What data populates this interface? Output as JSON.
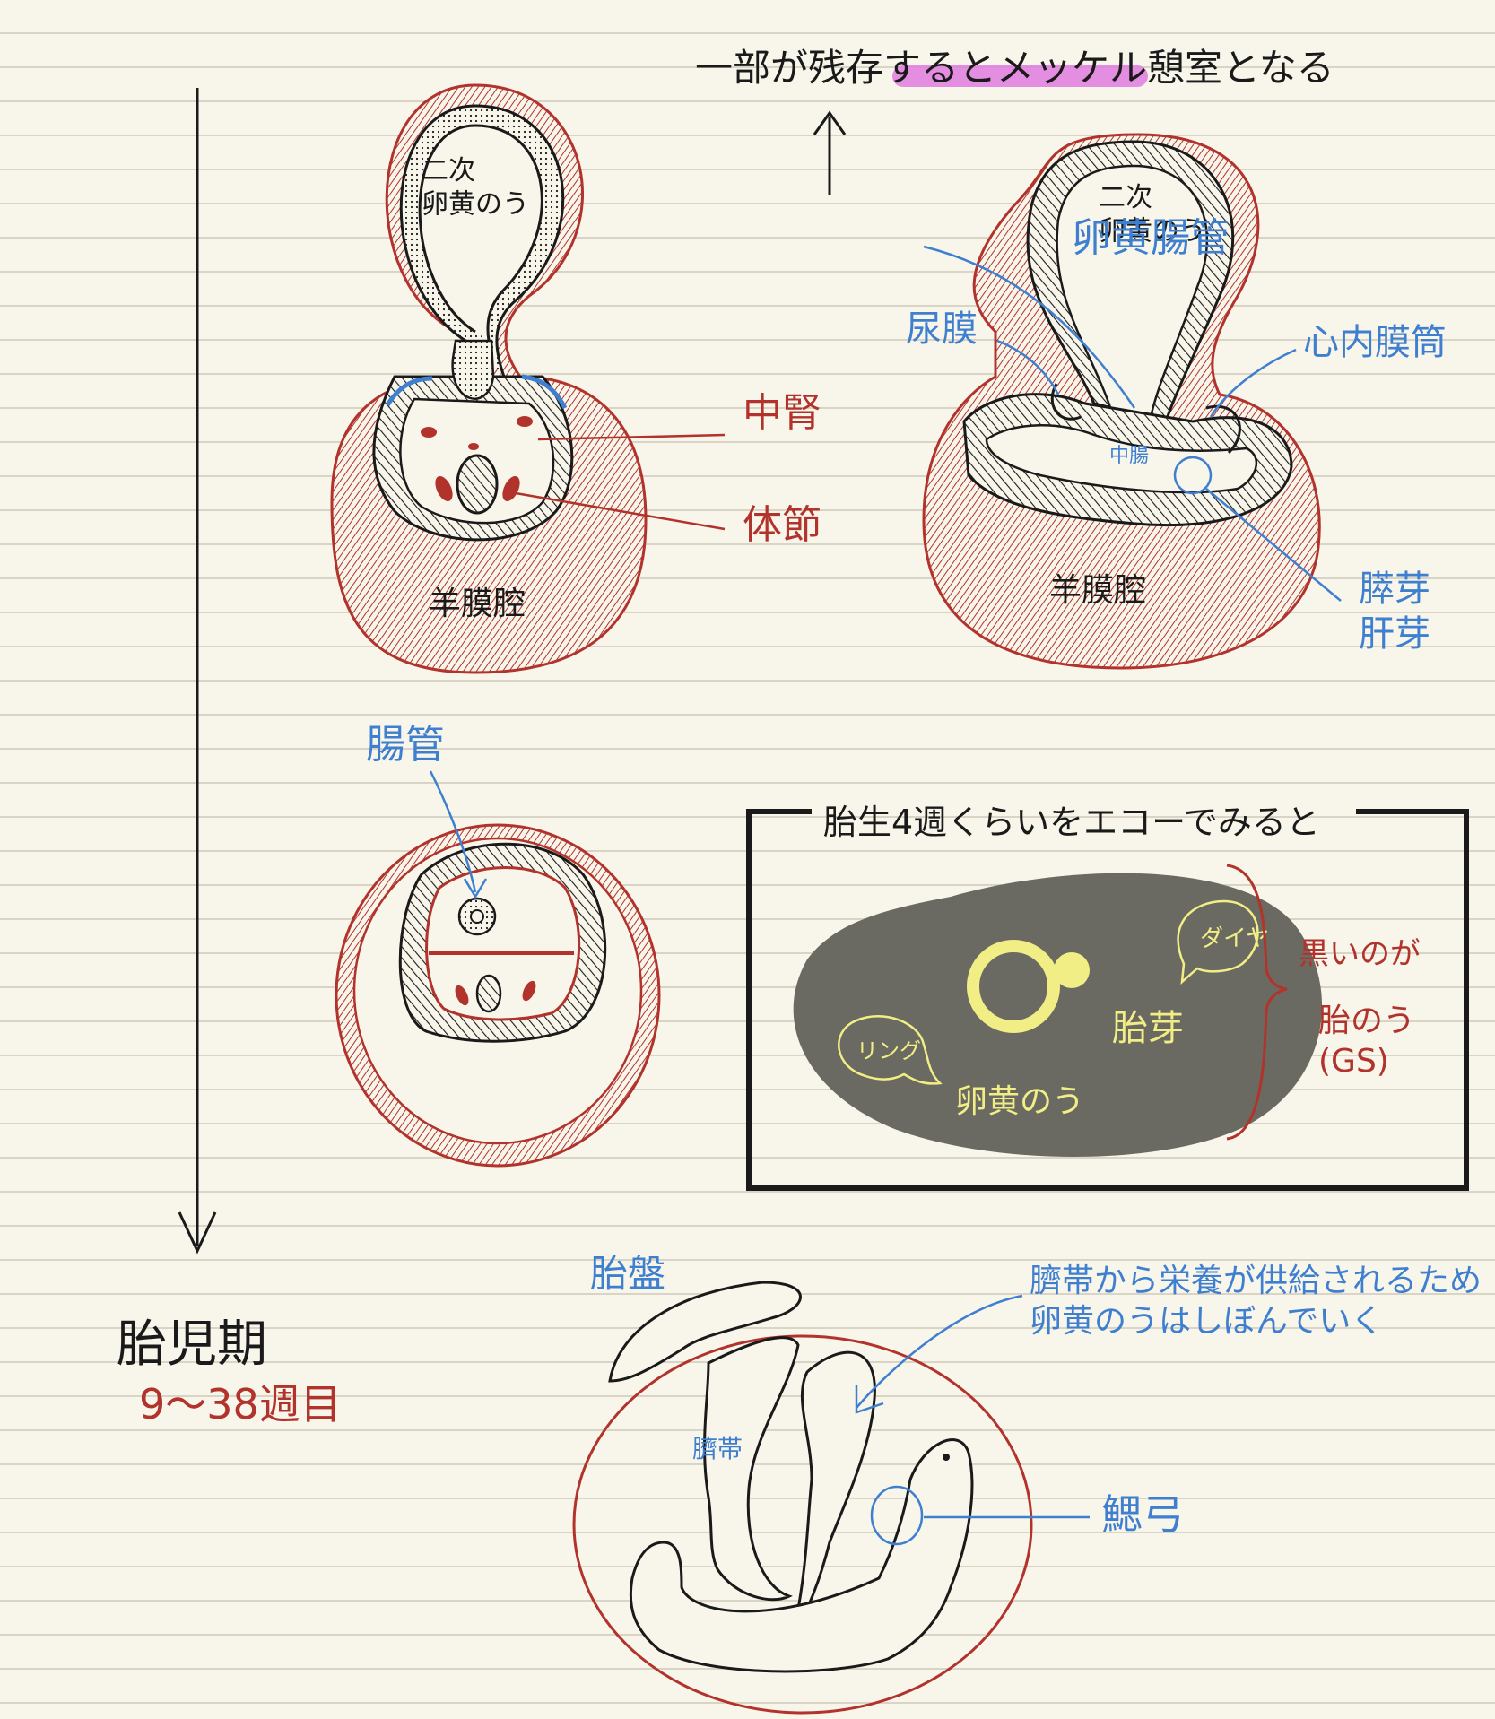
{
  "note": {
    "top_caption": "一部が残存するとメッケル憩室となる",
    "top_caption_highlight": "メッケル憩室",
    "fig1": {
      "yolk_sac": "二次\n卵黄のう",
      "mesonephros": "中腎",
      "somite": "体節",
      "amniotic_cavity": "羊膜腔"
    },
    "fig2": {
      "yolk_sac": "二次\n卵黄のう",
      "vitelline_duct": "卵黄腸管",
      "allantois": "尿膜",
      "pericardial_cavity": "心内膜筒",
      "midgut": "中腸",
      "pancreas_liver_bud": "膵芽\n肝芽",
      "amniotic_cavity": "羊膜腔"
    },
    "fig3": {
      "gut_tube": "腸管"
    },
    "echo_box": {
      "title": "胎生4週くらいをエコーでみると",
      "ring_bubble": "リング",
      "diamond_bubble": "ダイヤ",
      "yolk_sac_label": "卵黄のう",
      "embryo_label": "胎芽",
      "black_area_note": "黒いのが",
      "gs_label": "胎のう\n(GS)"
    },
    "fetal_period": {
      "title": "胎児期",
      "weeks": "9〜38週目"
    },
    "fig4": {
      "placenta": "胎盤",
      "umbilical_cord": "臍帯",
      "caption": "臍帯から栄養が供給されるため\n卵黄のうはしぼんでいく",
      "branchial_arch": "鰓弓"
    },
    "colors": {
      "ink": "#1a1a1a",
      "red_ink": "#b2322c",
      "blue_ink": "#3f7fd0",
      "highlighter": "#e07be0",
      "echo_gray": "#6b6a62",
      "echo_yellow": "#f2ee86"
    }
  }
}
